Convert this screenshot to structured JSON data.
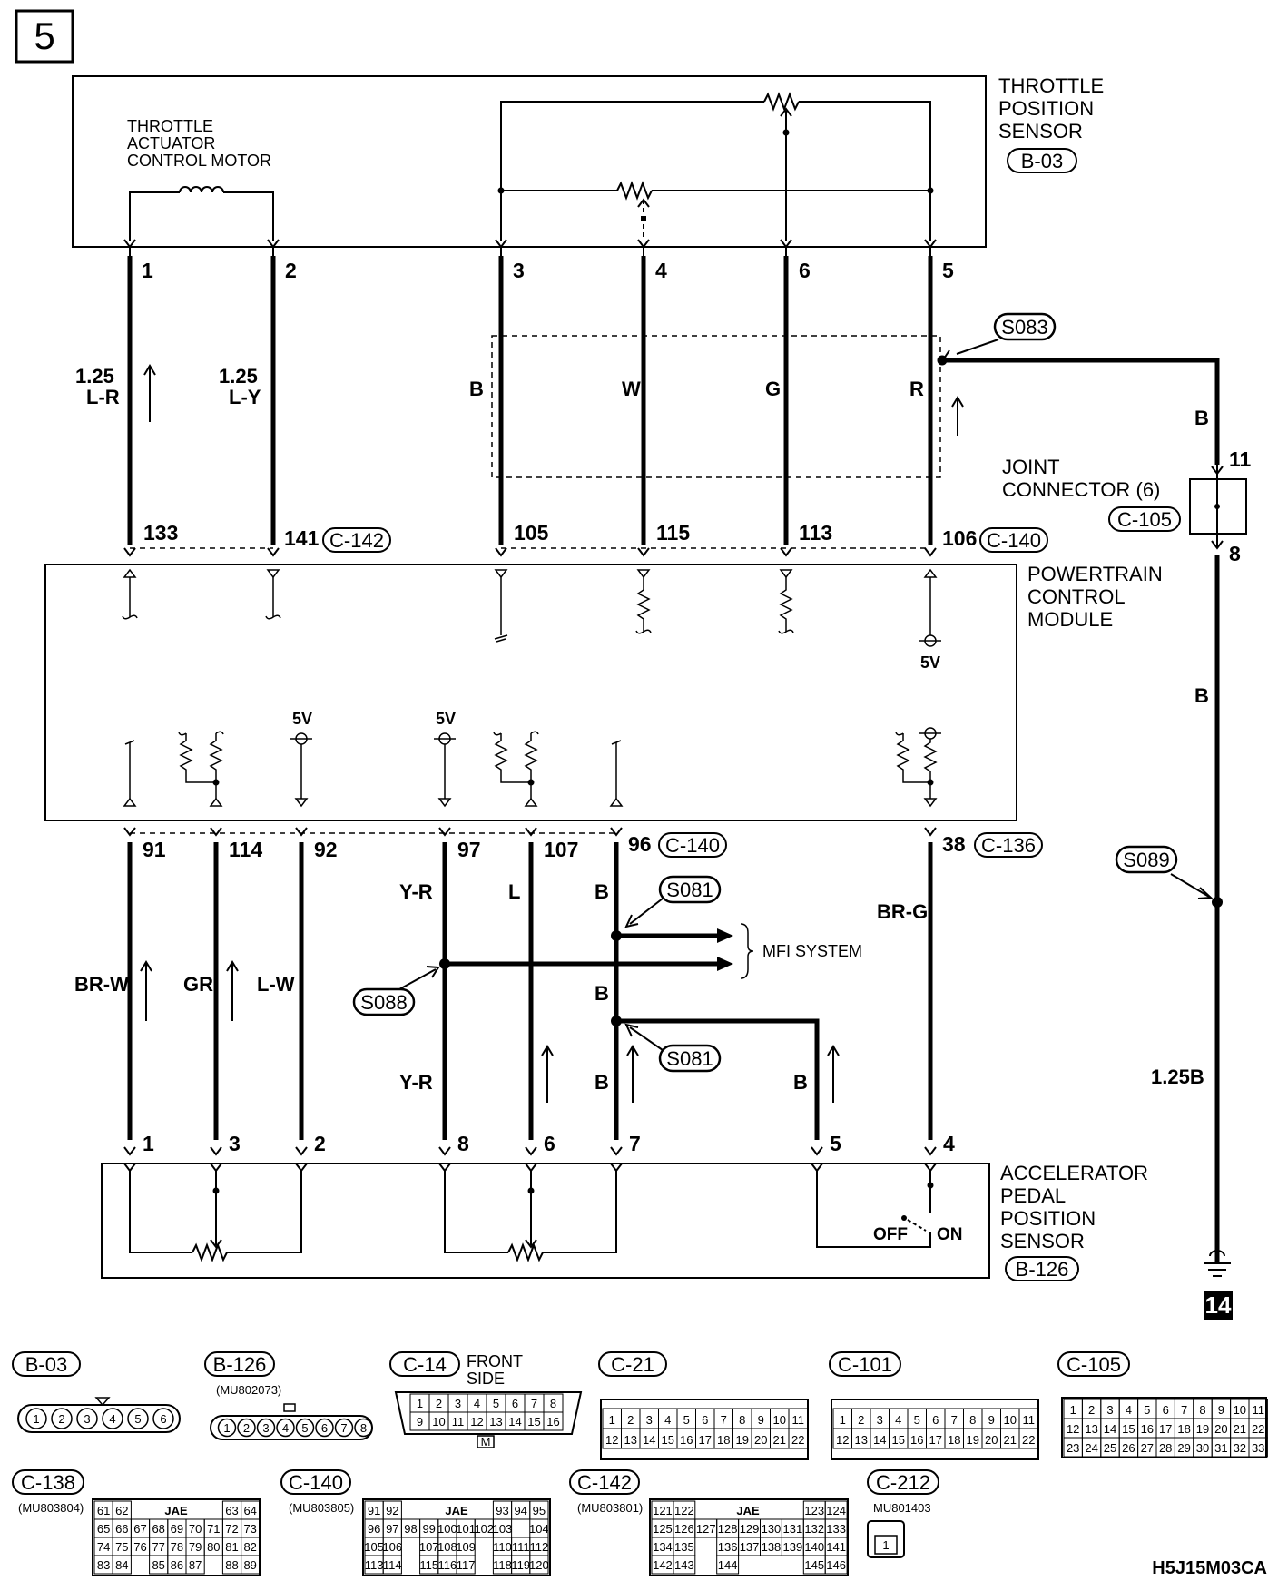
{
  "page_number": "5",
  "page_code": "H5J15M03CA",
  "ground_ref": "14",
  "tps": {
    "title": [
      "THROTTLE",
      "POSITION",
      "SENSOR"
    ],
    "connector": "B-03"
  },
  "motor": {
    "title": [
      "THROTTLE",
      "ACTUATOR",
      "CONTROL MOTOR"
    ]
  },
  "top_pins": [
    "1",
    "2",
    "3",
    "4",
    "6",
    "5"
  ],
  "top_wires": [
    "1.25",
    "L-R",
    "1.25",
    "L-Y",
    "B",
    "W",
    "G",
    "R"
  ],
  "pcm": {
    "title": [
      "POWERTRAIN",
      "CONTROL",
      "MODULE"
    ],
    "top_pins": [
      "133",
      "141",
      "105",
      "115",
      "113",
      "106"
    ],
    "top_conn_a": "C-142",
    "top_conn_b": "C-140",
    "bottom_pins": [
      "91",
      "114",
      "92",
      "97",
      "107",
      "96",
      "38"
    ],
    "bottom_conn_a": "C-140",
    "bottom_conn_b": "C-136",
    "volt_label": "5V"
  },
  "joint": {
    "title": [
      "JOINT",
      "CONNECTOR (6)"
    ],
    "connector": "C-105",
    "pin_top": "11",
    "pin_bottom": "8"
  },
  "splices": {
    "s083": "S083",
    "s089": "S089",
    "s081a": "S081",
    "s081b": "S081",
    "s088": "S088"
  },
  "right_wires": {
    "b1": "B",
    "b2": "B",
    "b3": "1.25B"
  },
  "lower_wires": {
    "brw": "BR-W",
    "gr": "GR",
    "lw": "L-W",
    "yr1": "Y-R",
    "l": "L",
    "b1": "B",
    "b2": "B",
    "yr2": "Y-R",
    "b3": "B",
    "b4": "B",
    "brg": "BR-G"
  },
  "mfi_label": "MFI SYSTEM",
  "apps": {
    "title": [
      "ACCELERATOR",
      "PEDAL",
      "POSITION",
      "SENSOR"
    ],
    "connector": "B-126",
    "pins": [
      "1",
      "3",
      "2",
      "8",
      "6",
      "7",
      "5",
      "4"
    ],
    "off": "OFF",
    "on": "ON"
  },
  "legend": {
    "b03": {
      "name": "B-03",
      "pins": [
        "1",
        "2",
        "3",
        "4",
        "5",
        "6"
      ]
    },
    "b126": {
      "name": "B-126",
      "part": "(MU802073)",
      "pins": [
        "1",
        "2",
        "3",
        "4",
        "5",
        "6",
        "7",
        "8"
      ]
    },
    "c14": {
      "name": "C-14",
      "note": [
        "FRONT",
        "SIDE"
      ],
      "key": "M",
      "rows": [
        [
          "1",
          "2",
          "3",
          "4",
          "5",
          "6",
          "7",
          "8"
        ],
        [
          "9",
          "10",
          "11",
          "12",
          "13",
          "14",
          "15",
          "16"
        ]
      ]
    },
    "c21": {
      "name": "C-21",
      "rows": [
        [
          "1",
          "2",
          "3",
          "4",
          "5",
          "6",
          "7",
          "8",
          "9",
          "10",
          "11"
        ],
        [
          "12",
          "13",
          "14",
          "15",
          "16",
          "17",
          "18",
          "19",
          "20",
          "21",
          "22"
        ]
      ]
    },
    "c101": {
      "name": "C-101",
      "rows": [
        [
          "1",
          "2",
          "3",
          "4",
          "5",
          "6",
          "7",
          "8",
          "9",
          "10",
          "11"
        ],
        [
          "12",
          "13",
          "14",
          "15",
          "16",
          "17",
          "18",
          "19",
          "20",
          "21",
          "22"
        ]
      ]
    },
    "c105": {
      "name": "C-105",
      "rows": [
        [
          "1",
          "2",
          "3",
          "4",
          "5",
          "6",
          "7",
          "8",
          "9",
          "10",
          "11"
        ],
        [
          "12",
          "13",
          "14",
          "15",
          "16",
          "17",
          "18",
          "19",
          "20",
          "21",
          "22"
        ],
        [
          "23",
          "24",
          "25",
          "26",
          "27",
          "28",
          "29",
          "30",
          "31",
          "32",
          "33"
        ]
      ]
    },
    "c138": {
      "name": "C-138",
      "part": "(MU803804)",
      "jae": "JAE",
      "rows": [
        [
          "61",
          "62",
          "",
          "",
          "",
          "",
          "",
          "63",
          "64"
        ],
        [
          "65",
          "66",
          "67",
          "68",
          "69",
          "70",
          "71",
          "72",
          "73"
        ],
        [
          "74",
          "75",
          "76",
          "77",
          "78",
          "79",
          "80",
          "81",
          "82"
        ],
        [
          "83",
          "84",
          "",
          "85",
          "86",
          "87",
          "",
          "88",
          "89"
        ]
      ]
    },
    "c140": {
      "name": "C-140",
      "part": "(MU803805)",
      "jae": "JAE",
      "rows": [
        [
          "91",
          "92",
          "",
          "",
          "",
          "",
          "",
          "93",
          "94",
          "95"
        ],
        [
          "96",
          "97",
          "98",
          "99",
          "100",
          "101",
          "102",
          "103",
          "",
          "104"
        ],
        [
          "105",
          "106",
          "",
          "107",
          "108",
          "109",
          "",
          "110",
          "111",
          "112"
        ],
        [
          "113",
          "114",
          "",
          "115",
          "116",
          "117",
          "",
          "118",
          "119",
          "120"
        ]
      ]
    },
    "c142": {
      "name": "C-142",
      "part": "(MU803801)",
      "jae": "JAE",
      "rows": [
        [
          "121",
          "122",
          "",
          "",
          "",
          "",
          "",
          "123",
          "124"
        ],
        [
          "125",
          "126",
          "127",
          "128",
          "129",
          "130",
          "131",
          "132",
          "133"
        ],
        [
          "134",
          "135",
          "",
          "136",
          "137",
          "138",
          "139",
          "140",
          "141"
        ],
        [
          "142",
          "143",
          "",
          "144",
          "",
          "",
          "",
          "145",
          "146"
        ]
      ]
    },
    "c212": {
      "name": "C-212",
      "part": "MU801403",
      "pins": [
        "1"
      ]
    }
  }
}
